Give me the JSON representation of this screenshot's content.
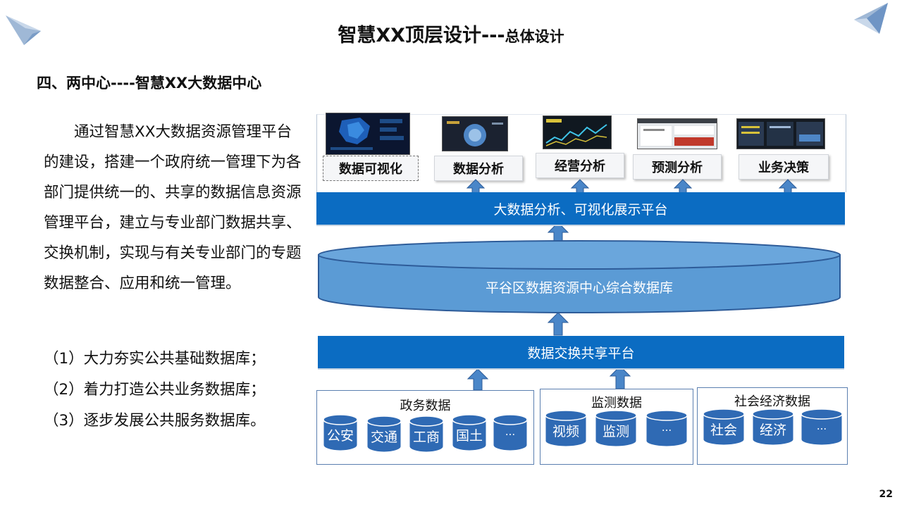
{
  "header": {
    "title_main": "智慧XX顶层设计---",
    "title_sub": "总体设计"
  },
  "section_title": "四、两中心----智慧XX大数据中心",
  "paragraph": "通过智慧XX大数据资源管理平台的建设，搭建一个政府统一管理下为各部门提供统一的、共享的数据信息资源管理平台，建立与专业部门数据共享、交换机制，实现与有关专业部门的专题数据整合、应用和统一管理。",
  "list": [
    "（1）大力夯实公共基础数据库；",
    "（2）着力打造公共业务数据库；",
    "（3）逐步发展公共服务数据库。"
  ],
  "diagram": {
    "apps": [
      "数据可视化",
      "数据分析",
      "经营分析",
      "预测分析",
      "业务决策"
    ],
    "analysis_platform": "大数据分析、可视化展示平台",
    "database_center": "平谷区数据资源中心综合数据库",
    "exchange_platform": "数据交换共享平台",
    "sources": [
      {
        "title": "政务数据",
        "items": [
          "公安",
          "交通",
          "工商",
          "国土",
          "..."
        ]
      },
      {
        "title": "监测数据",
        "items": [
          "视频",
          "监测",
          "..."
        ]
      },
      {
        "title": "社会经济数据",
        "items": [
          "社会",
          "经济",
          "..."
        ]
      }
    ]
  },
  "page_number": "22",
  "colors": {
    "bar_blue": "#0b6cc2",
    "cylinder_blue": "#5b9bd5",
    "arrow_blue": "#4a86c8",
    "cylinder_dark": "#2e5c99"
  }
}
